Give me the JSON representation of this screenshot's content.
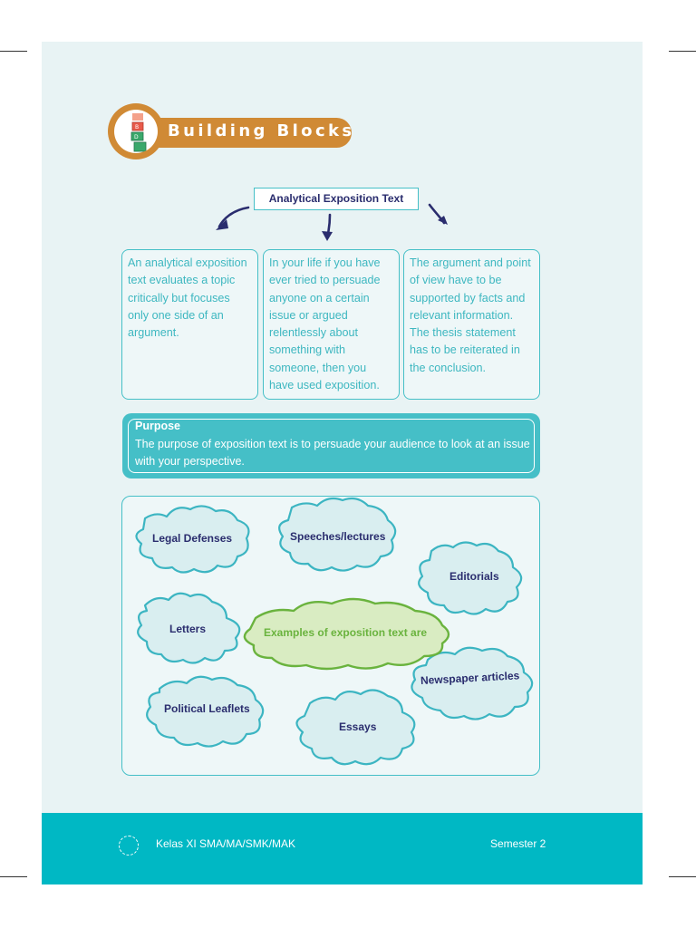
{
  "section": {
    "title": "Building Blocks"
  },
  "concept_map": {
    "heading": "Analytical Exposition Text",
    "columns": [
      {
        "text": "An analytical exposition text evaluates a topic critically but focuses only one side of an argument."
      },
      {
        "text": "In your life if you have ever tried to persuade anyone on a certain issue or argued relentlessly about something with someone, then you have used exposition."
      },
      {
        "text": "The argument and point of view have to be supported by facts and relevant information. The thesis statement has to be reiterated in the conclusion."
      }
    ]
  },
  "purpose": {
    "title": "Purpose",
    "text": "The purpose of exposition text is to persuade your audience to look at an issue with your perspective."
  },
  "examples": {
    "center": "Examples of exposition text are",
    "items": [
      "Legal Defenses",
      "Speeches/lectures",
      "Editorials",
      "Letters",
      "Newspaper articles",
      "Political Leaflets",
      "Essays"
    ]
  },
  "footer": {
    "left": "Kelas XI SMA/MA/SMK/MAK",
    "right": "Semester 2"
  },
  "colors": {
    "teal": "#45bfc7",
    "footer_teal": "#00b8c4",
    "orange": "#d08a35",
    "navy": "#2a2d6e",
    "green": "#6ab33e",
    "page_bg": "#e8f3f4"
  }
}
